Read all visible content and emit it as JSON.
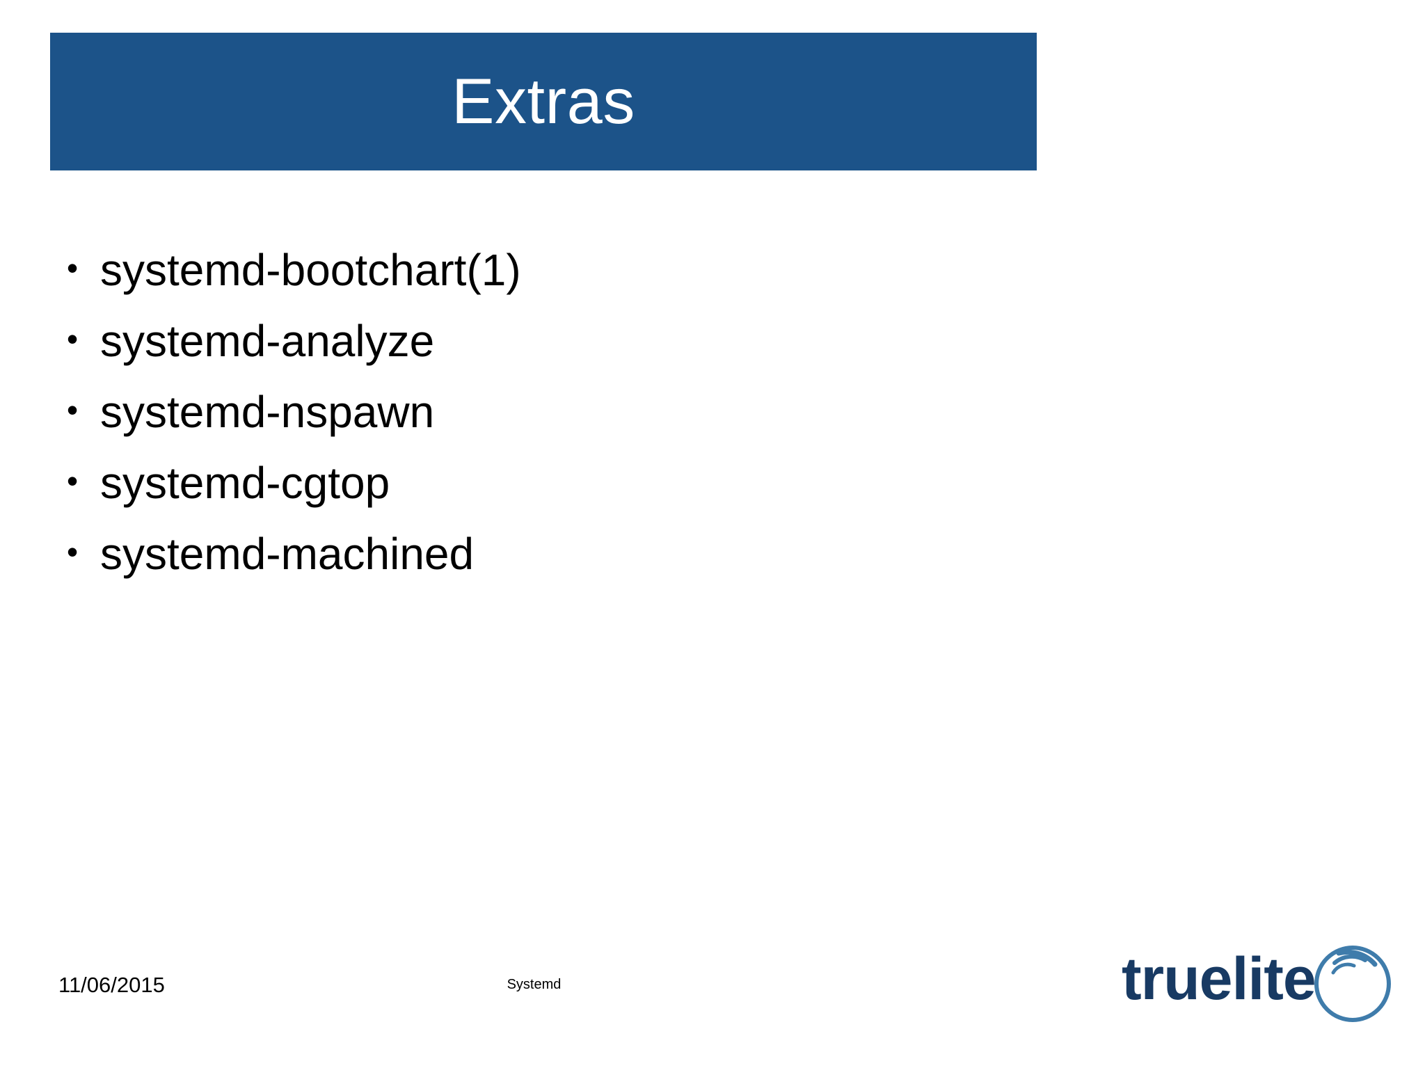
{
  "slide": {
    "title": "Extras",
    "title_bar_color": "#1c5389",
    "background_color": "#ffffff",
    "title_color": "#ffffff",
    "body_text_color": "#000000"
  },
  "bullets": [
    {
      "marker": "•",
      "label": "systemd-bootchart(1)"
    },
    {
      "marker": "•",
      "label": "systemd-analyze"
    },
    {
      "marker": "•",
      "label": "systemd-nspawn"
    },
    {
      "marker": "•",
      "label": "systemd-cgtop"
    },
    {
      "marker": "•",
      "label": "systemd-machined"
    }
  ],
  "footer": {
    "date": "11/06/2015",
    "center_label": "Systemd"
  },
  "logo": {
    "wordmark": "truelite",
    "text_color": "#183a63",
    "accent_color": "#3f7cab"
  }
}
